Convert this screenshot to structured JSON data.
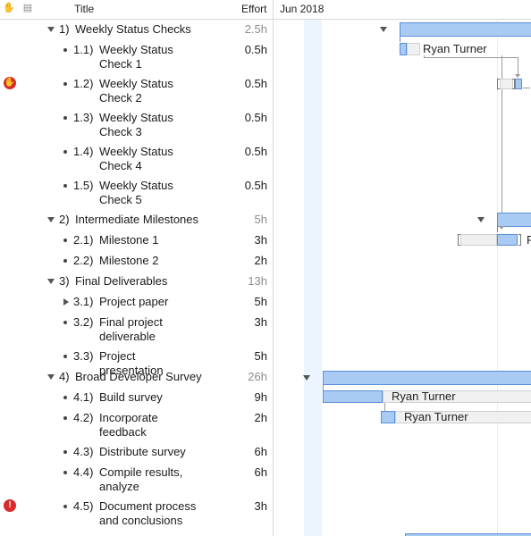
{
  "header": {
    "title_col": "Title",
    "effort_col": "Effort",
    "timeline_label": "Jun 2018",
    "icons": [
      "hand-icon",
      "note-icon"
    ]
  },
  "colors": {
    "bar_fill": "#a9cbf3",
    "bar_border": "#5b8fd6",
    "today_band": "#ecf4fd",
    "flag_red": "#d92b2b",
    "parent_effort": "#8c8c8c"
  },
  "rows": [
    {
      "num": "1)",
      "title": "Weekly Status Checks",
      "effort": "2.5h",
      "level": 0,
      "toggle": "down"
    },
    {
      "num": "1.1)",
      "title": "Weekly Status Check 1",
      "effort": "0.5h",
      "level": 1
    },
    {
      "num": "1.2)",
      "title": "Weekly Status Check 2",
      "effort": "0.5h",
      "level": 1,
      "flag": "stop"
    },
    {
      "num": "1.3)",
      "title": "Weekly Status Check 3",
      "effort": "0.5h",
      "level": 1
    },
    {
      "num": "1.4)",
      "title": "Weekly Status Check 4",
      "effort": "0.5h",
      "level": 1
    },
    {
      "num": "1.5)",
      "title": "Weekly Status Check 5",
      "effort": "0.5h",
      "level": 1
    },
    {
      "num": "2)",
      "title": "Intermediate Milestones",
      "effort": "5h",
      "level": 0,
      "toggle": "down"
    },
    {
      "num": "2.1)",
      "title": "Milestone 1",
      "effort": "3h",
      "level": 1
    },
    {
      "num": "2.2)",
      "title": "Milestone 2",
      "effort": "2h",
      "level": 1
    },
    {
      "num": "3)",
      "title": "Final Deliverables",
      "effort": "13h",
      "level": 0,
      "toggle": "down"
    },
    {
      "num": "3.1)",
      "title": "Project paper",
      "effort": "5h",
      "level": 1,
      "toggle": "right"
    },
    {
      "num": "3.2)",
      "title": "Final project deliverable",
      "effort": "3h",
      "level": 1
    },
    {
      "num": "3.3)",
      "title": "Project presentation",
      "effort": "5h",
      "level": 1
    },
    {
      "num": "4)",
      "title": "Broad Developer Survey",
      "effort": "26h",
      "level": 0,
      "toggle": "down"
    },
    {
      "num": "4.1)",
      "title": "Build survey",
      "effort": "9h",
      "level": 1
    },
    {
      "num": "4.2)",
      "title": "Incorporate feedback",
      "effort": "2h",
      "level": 1
    },
    {
      "num": "4.3)",
      "title": "Distribute survey",
      "effort": "6h",
      "level": 1
    },
    {
      "num": "4.4)",
      "title": "Compile results, analyze",
      "effort": "6h",
      "level": 1
    },
    {
      "num": "4.5)",
      "title": "Document process and conclusions",
      "effort": "3h",
      "level": 1,
      "flag": "alert"
    }
  ],
  "gantt": {
    "assignee_labels": {
      "weekly_check_1": "Ryan Turner",
      "build_survey": "Ryan Turner",
      "incorporate_feedback": "Ryan Turner",
      "milestone_1": "R"
    }
  }
}
